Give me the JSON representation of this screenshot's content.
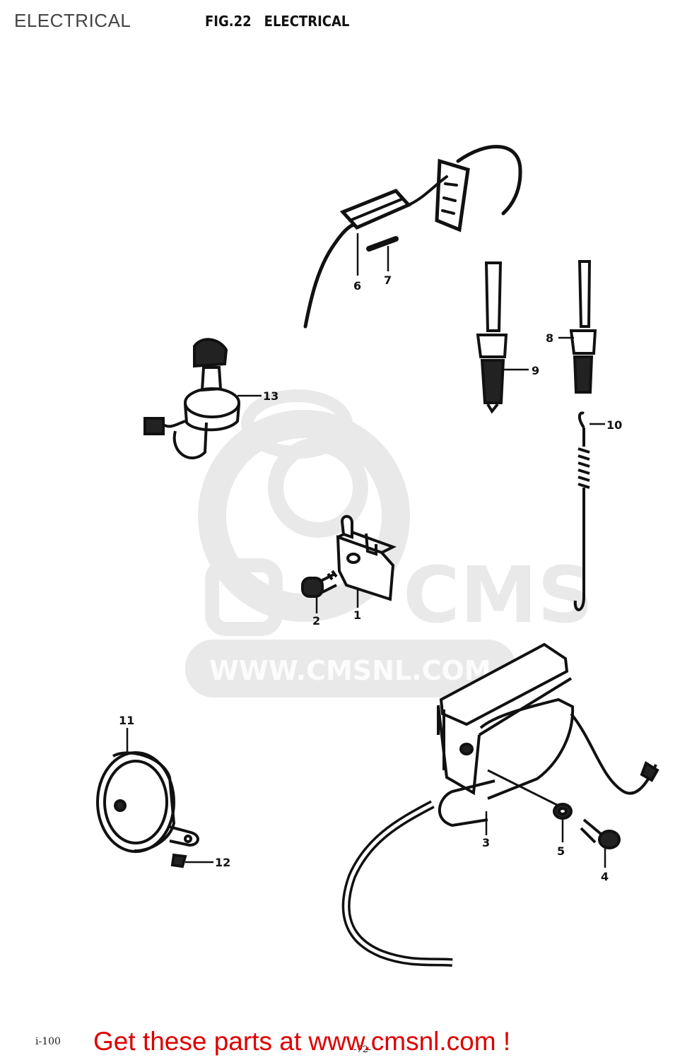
{
  "header": {
    "section_label": "ELECTRICAL",
    "figure_number": "FIG.22",
    "figure_title": "ELECTRICAL"
  },
  "callouts": [
    "1",
    "2",
    "3",
    "4",
    "5",
    "6",
    "7",
    "8",
    "9",
    "10",
    "11",
    "12",
    "13"
  ],
  "watermark": {
    "brand": "CMS",
    "url": "WWW.CMSNL.COM"
  },
  "footer": {
    "page_code": "i-100",
    "page_number": "-72-",
    "banner": "Get these parts at www.cmsnl.com !",
    "banner_color": "#dd0000"
  }
}
